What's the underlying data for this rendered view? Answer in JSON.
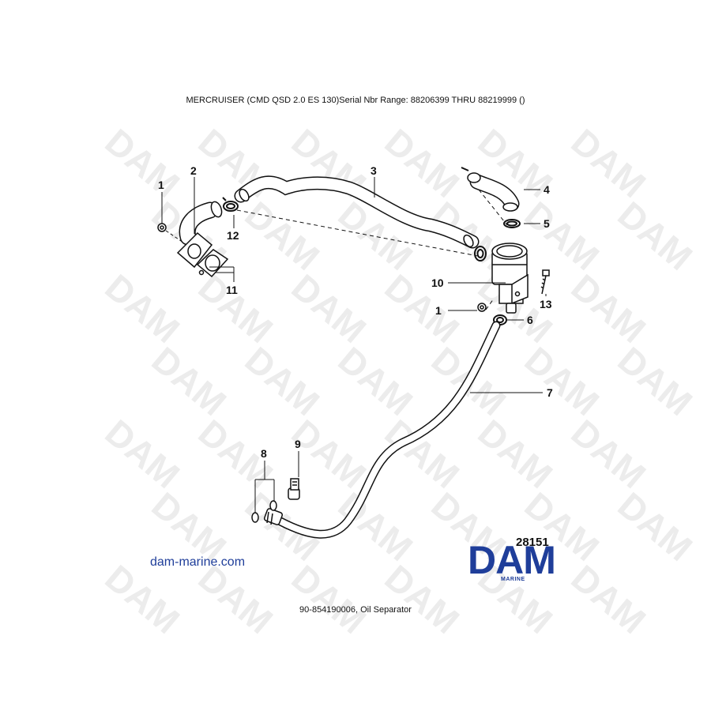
{
  "header": {
    "title": "MERCRUISER (CMD QSD 2.0 ES 130)Serial Nbr Range: 88206399 THRU 88219999 ()"
  },
  "footer": {
    "caption": "90-854190006, Oil Separator",
    "site": "dam-marine.com"
  },
  "drawing_number": "28151",
  "logo": {
    "word": "DAM",
    "sub": "MARINE"
  },
  "watermark": {
    "text": "DAM"
  },
  "callouts": [
    {
      "id": "c1a",
      "label": "1"
    },
    {
      "id": "c2",
      "label": "2"
    },
    {
      "id": "c3",
      "label": "3"
    },
    {
      "id": "c4",
      "label": "4"
    },
    {
      "id": "c5",
      "label": "5"
    },
    {
      "id": "c6",
      "label": "6"
    },
    {
      "id": "c7",
      "label": "7"
    },
    {
      "id": "c8",
      "label": "8"
    },
    {
      "id": "c9",
      "label": "9"
    },
    {
      "id": "c10",
      "label": "10"
    },
    {
      "id": "c1b",
      "label": "1"
    },
    {
      "id": "c11",
      "label": "11"
    },
    {
      "id": "c12",
      "label": "12"
    },
    {
      "id": "c13",
      "label": "13"
    }
  ],
  "colors": {
    "brand": "#1f3e9a",
    "line": "#111111",
    "watermark": "#ececec"
  }
}
